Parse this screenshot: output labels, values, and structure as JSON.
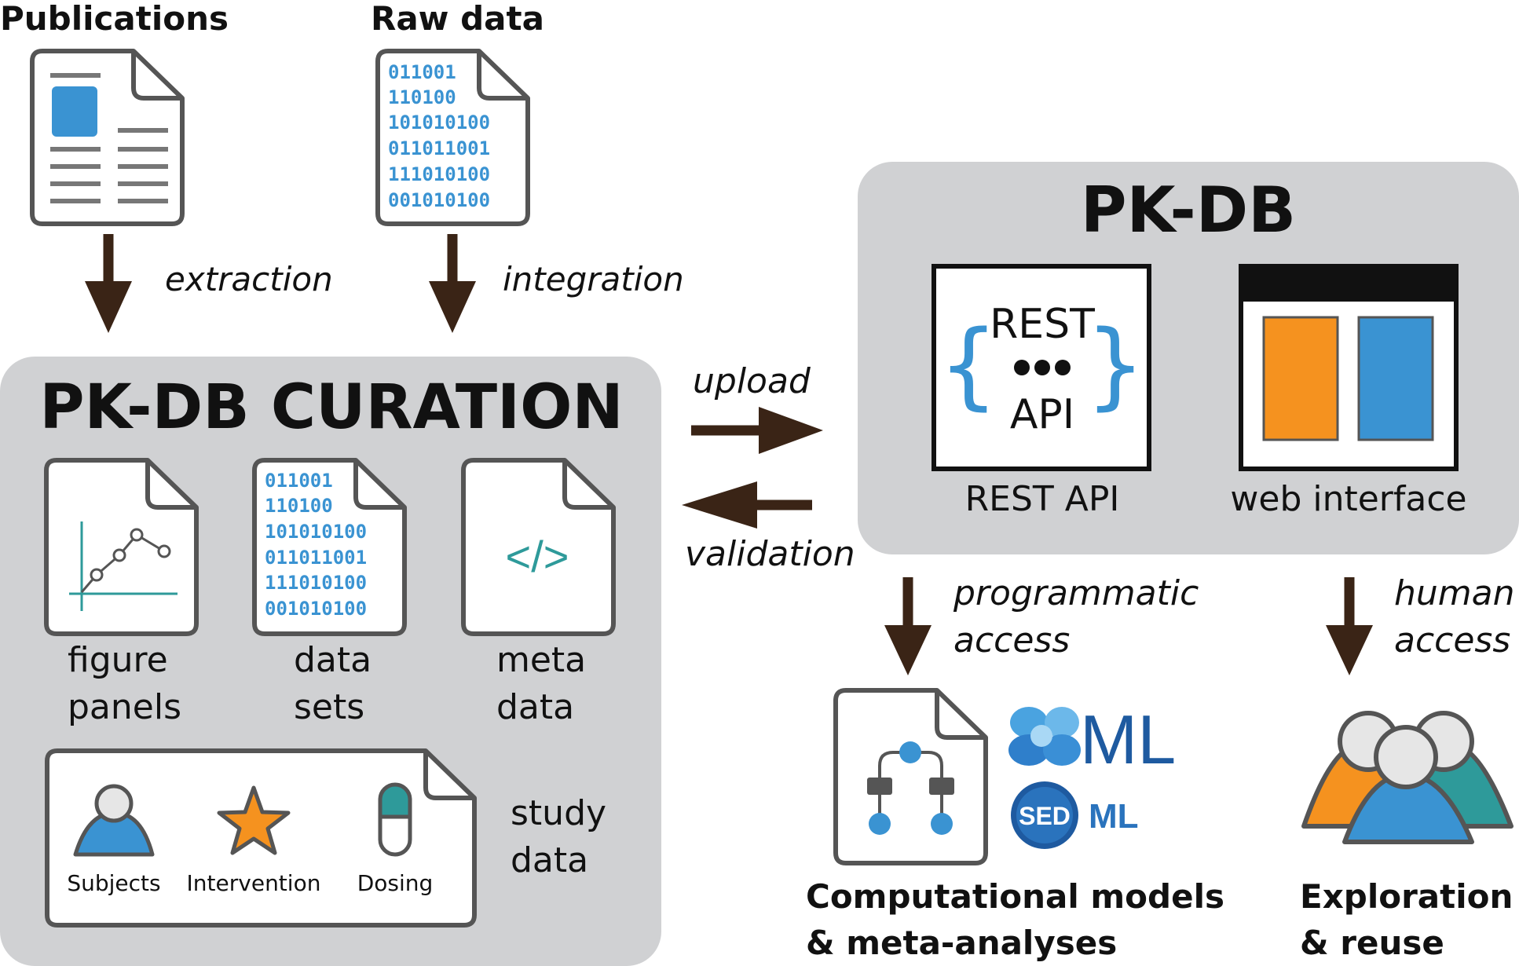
{
  "sources": {
    "publications": {
      "title": "Publications"
    },
    "raw_data": {
      "title": "Raw data",
      "binary_lines": [
        "011001",
        "110100",
        "101010100",
        "011011001",
        "111010100",
        "001010100"
      ]
    }
  },
  "flows": {
    "extraction": "extraction",
    "integration": "integration",
    "upload": "upload",
    "validation": "validation",
    "programmatic_access": [
      "programmatic",
      "access"
    ],
    "human_access": [
      "human",
      "access"
    ]
  },
  "curation": {
    "title": "PK-DB CURATION",
    "items": [
      {
        "label": [
          "figure",
          "panels"
        ]
      },
      {
        "label": [
          "data",
          "sets"
        ],
        "binary_lines": [
          "011001",
          "110100",
          "101010100",
          "011011001",
          "111010100",
          "001010100"
        ]
      },
      {
        "label": [
          "meta",
          "data"
        ],
        "code_symbol": "</>"
      }
    ],
    "study": {
      "label": [
        "study",
        "data"
      ],
      "icons": [
        "Subjects",
        "Intervention",
        "Dosing"
      ]
    }
  },
  "pkdb": {
    "title": "PK-DB",
    "rest": {
      "inner_top": "REST",
      "inner_bottom": "API",
      "label": "REST API"
    },
    "web": {
      "label": "web interface"
    }
  },
  "outputs": {
    "models": {
      "title": [
        "Computational models",
        "& meta-analyses"
      ],
      "logos": {
        "sbml_letters": "ML",
        "sedml_badge": "SED",
        "sedml_letters": "ML"
      }
    },
    "exploration": {
      "title": [
        "Exploration",
        "& reuse"
      ]
    }
  },
  "colors": {
    "blue": "#3a93d2",
    "orange": "#f5921f",
    "teal": "#2e9a9a",
    "arrow": "#3a2416",
    "panel": "#d0d1d3",
    "sbml_blue": "#1e5aa0"
  }
}
